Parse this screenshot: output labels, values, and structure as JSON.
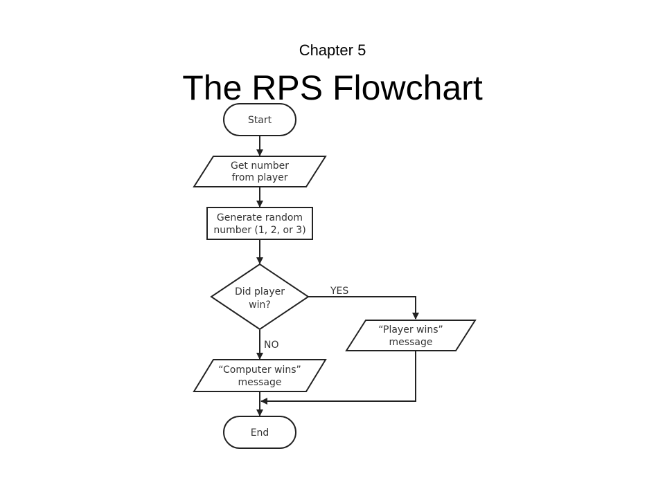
{
  "slide": {
    "subtitle": "Chapter 5",
    "title": "The RPS Flowchart"
  },
  "flowchart": {
    "start": "Start",
    "get_number": [
      "Get number",
      "from player"
    ],
    "generate_random": [
      "Generate random",
      "number (1, 2, or 3)"
    ],
    "decision": [
      "Did player",
      "win?"
    ],
    "yes_label": "YES",
    "no_label": "NO",
    "player_wins": [
      "“Player wins”",
      "message"
    ],
    "computer_wins": [
      "“Computer wins”",
      "message"
    ],
    "end": "End"
  },
  "colors": {
    "stroke": "#222222",
    "text": "#333333",
    "background": "#ffffff"
  }
}
